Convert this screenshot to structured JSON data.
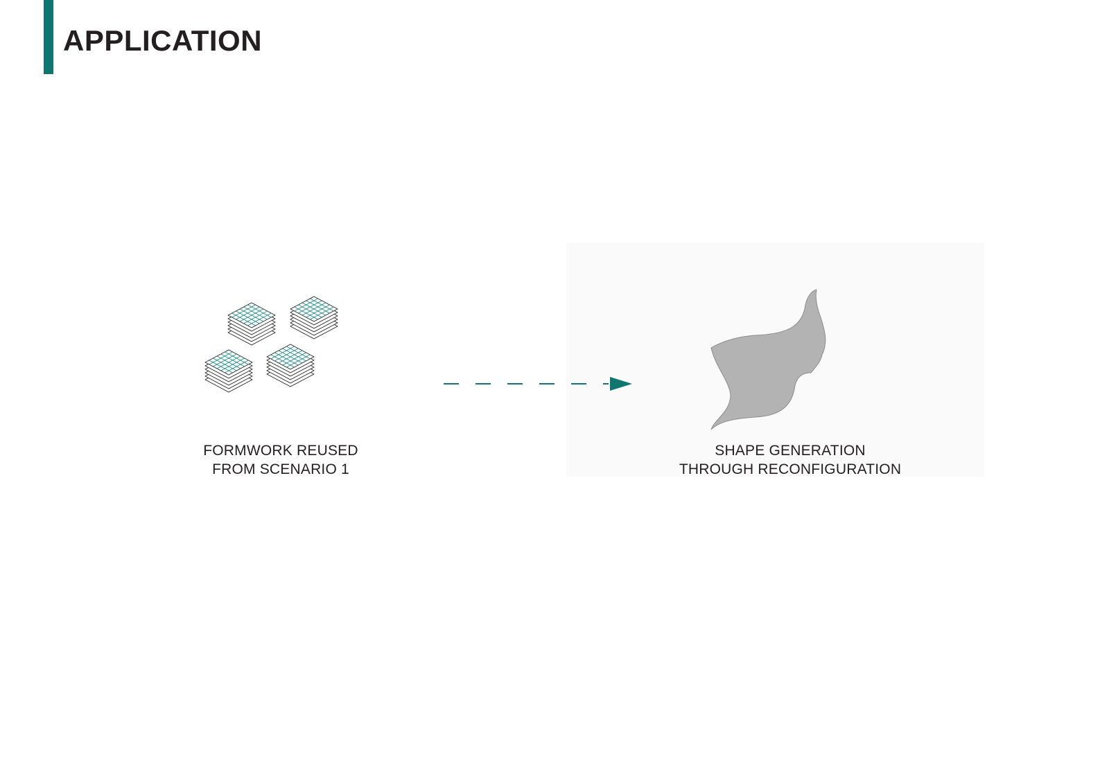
{
  "page": {
    "title": "APPLICATION",
    "accent_color": "#0e7770"
  },
  "diagram": {
    "source": {
      "caption_lines": [
        "FORMWORK REUSED",
        "FROM SCENARIO 1"
      ],
      "icon": "stacked-grid-formwork-icon",
      "stack_count": 4,
      "grid_line_color": "#1a1a1a",
      "grid_accent_color": "#0e8a84"
    },
    "connector": {
      "icon": "dashed-arrow-icon",
      "color": "#0e7770"
    },
    "result": {
      "caption_lines": [
        "SHAPE GENERATION",
        "THROUGH RECONFIGURATION"
      ],
      "icon": "free-form-surface-icon",
      "fill_color": "#b3b3b3",
      "panel_color": "#fafafa"
    }
  }
}
